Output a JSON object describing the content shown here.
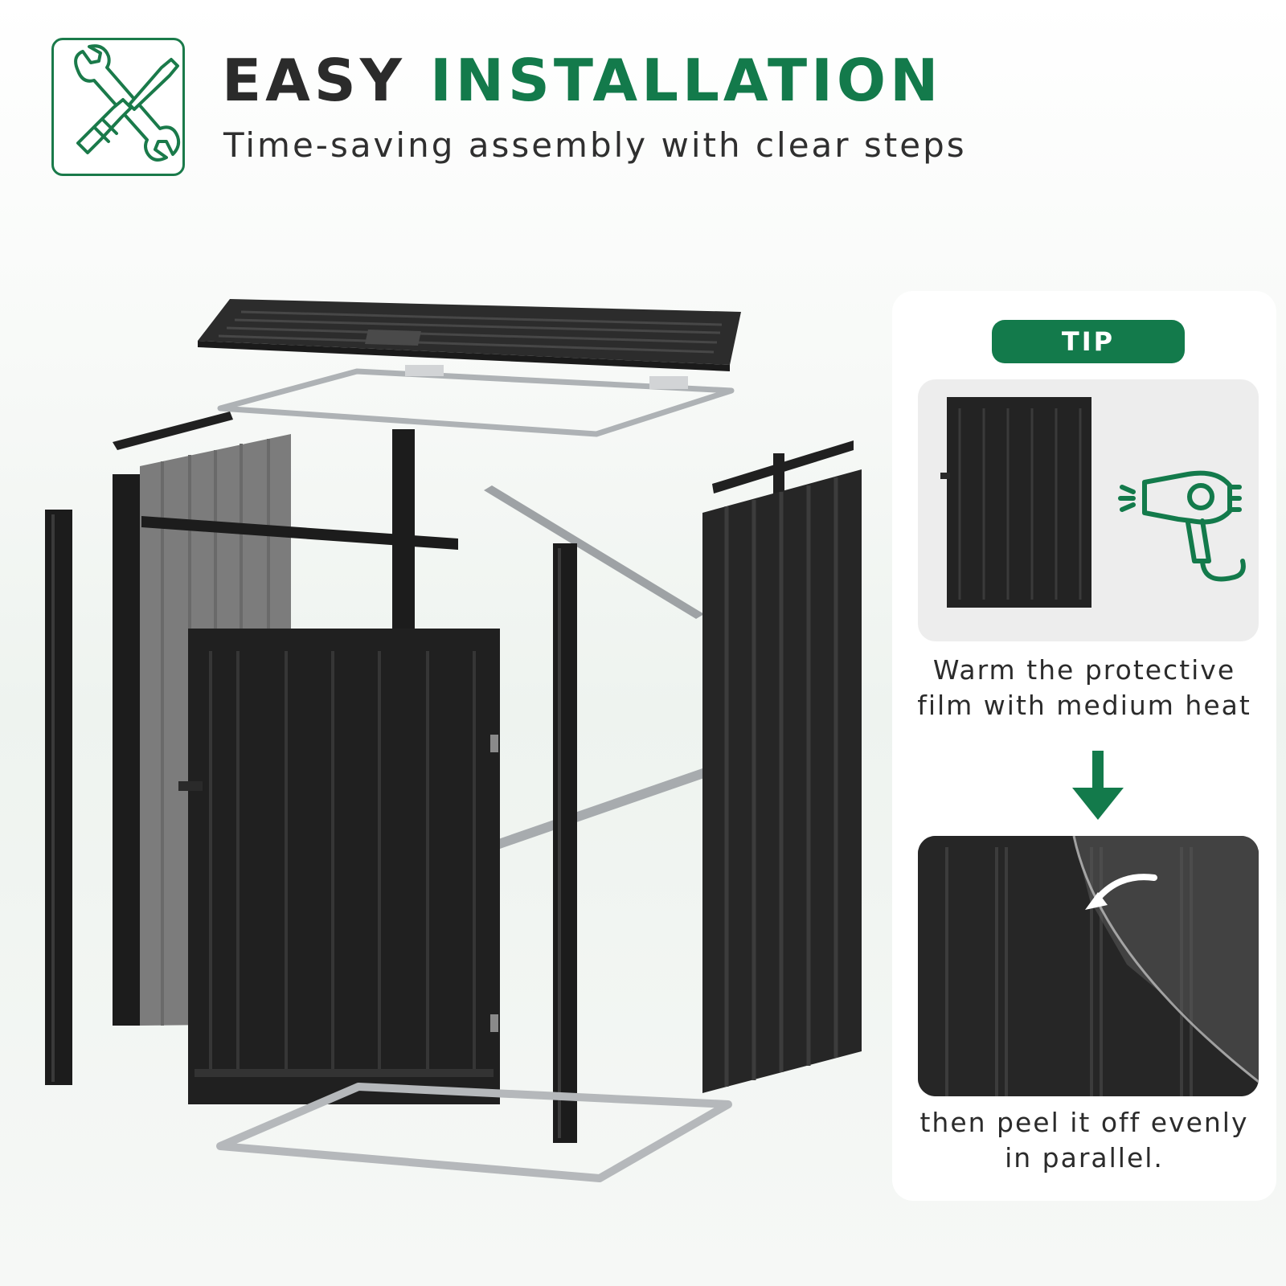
{
  "header": {
    "title_part1": "EASY",
    "title_part2": "INSTALLATION",
    "subtitle": "Time-saving assembly with clear steps",
    "icon": "wrench-screwdriver-icon"
  },
  "tip": {
    "badge": "TIP",
    "step1_line1": "Warm the protective",
    "step1_line2": "film with medium heat",
    "step2_line1": "then peel it off evenly",
    "step2_line2": "in parallel.",
    "step1_icon": "hair-dryer-icon",
    "step2_icon": "curved-arrow-icon",
    "between_icon": "arrow-down-icon"
  },
  "colors": {
    "accent": "#137a4b",
    "text": "#2b2b2b",
    "panel_dark": "#262626",
    "frame": "#b5b8bb"
  }
}
